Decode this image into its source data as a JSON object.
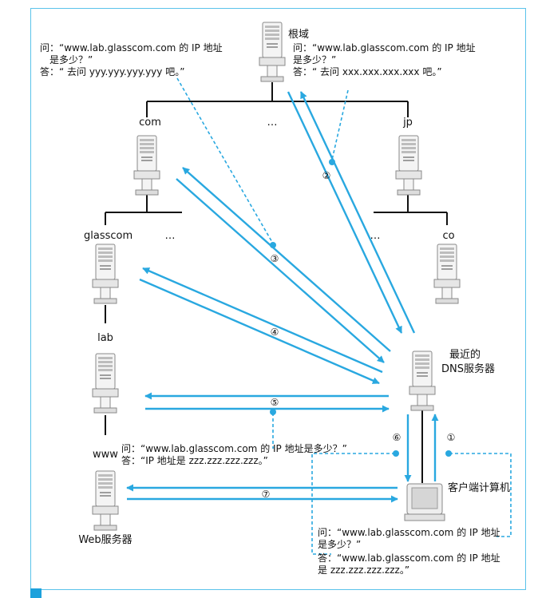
{
  "nodes": {
    "root": "根域",
    "com": "com",
    "root_dots": "…",
    "jp": "jp",
    "glasscom": "glasscom",
    "com_dots": "…",
    "jp_dots": "…",
    "co": "co",
    "lab": "lab",
    "www": "www",
    "web_server": "Web服务器",
    "nearest_dns_line1": "最近的",
    "nearest_dns_line2": "DNS服务器",
    "client": "客户端计算机"
  },
  "qa_left": {
    "q1": "问：“www.lab.glasscom.com 的 IP 地址",
    "q2": "是多少？”",
    "a": "答：“ 去问 yyy.yyy.yyy.yyy 吧。”"
  },
  "qa_root": {
    "q1": "问：“www.lab.glasscom.com 的 IP 地址",
    "q2": "是多少？”",
    "a": "答：“ 去问 xxx.xxx.xxx.xxx 吧。”"
  },
  "qa_www": {
    "q": "问：“www.lab.glasscom.com 的 IP 地址是多少？”",
    "a": "答：“IP 地址是 zzz.zzz.zzz.zzz。”"
  },
  "qa_client": {
    "q1": "问：“www.lab.glasscom.com 的 IP 地址",
    "q2": "是多少？”",
    "a1": "答：“www.lab.glasscom.com 的 IP 地址",
    "a2": "是 zzz.zzz.zzz.zzz。”"
  },
  "steps": [
    "①",
    "②",
    "③",
    "④",
    "⑤",
    "⑥",
    "⑦"
  ],
  "colors": {
    "arrow": "#29a8e0",
    "frame": "#5bc3ea",
    "line": "#111111"
  }
}
